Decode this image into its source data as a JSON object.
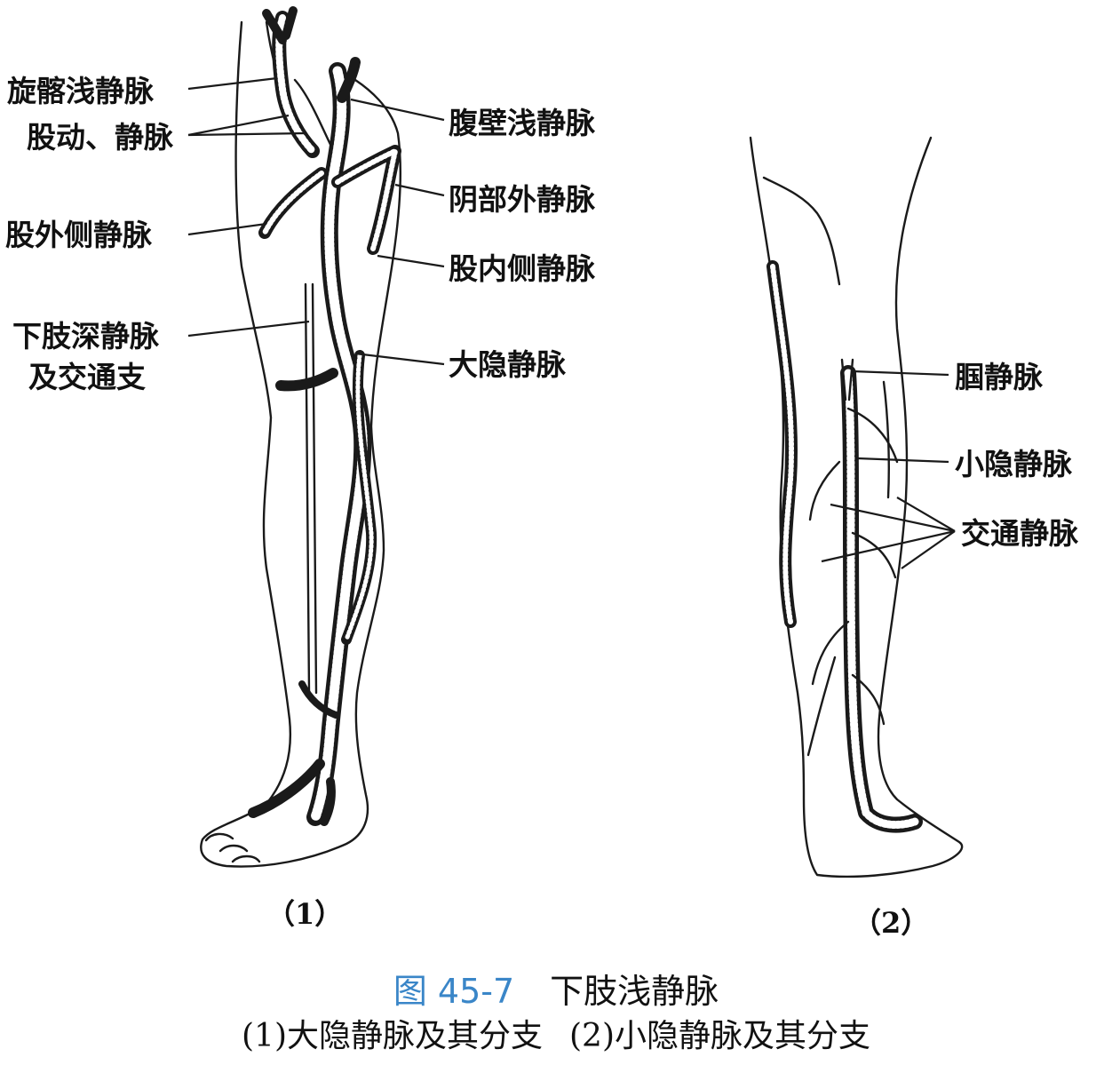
{
  "figure": {
    "left_labels": [
      "旋髂浅静脉",
      "股动、静脉",
      "股外侧静脉",
      "下肢深静脉",
      "及交通支"
    ],
    "right_labels": [
      "腹壁浅静脉",
      "阴部外静脉",
      "股内侧静脉",
      "大隐静脉"
    ],
    "posterior_labels": [
      "腘静脉",
      "小隐静脉",
      "交通静脉"
    ],
    "panel_labels": [
      "（1）",
      "（2）"
    ]
  },
  "caption": {
    "number": "图 45-7",
    "title": "下肢浅静脉",
    "sub1": "(1)大隐静脉及其分支",
    "sub2": "(2)小隐静脉及其分支"
  }
}
